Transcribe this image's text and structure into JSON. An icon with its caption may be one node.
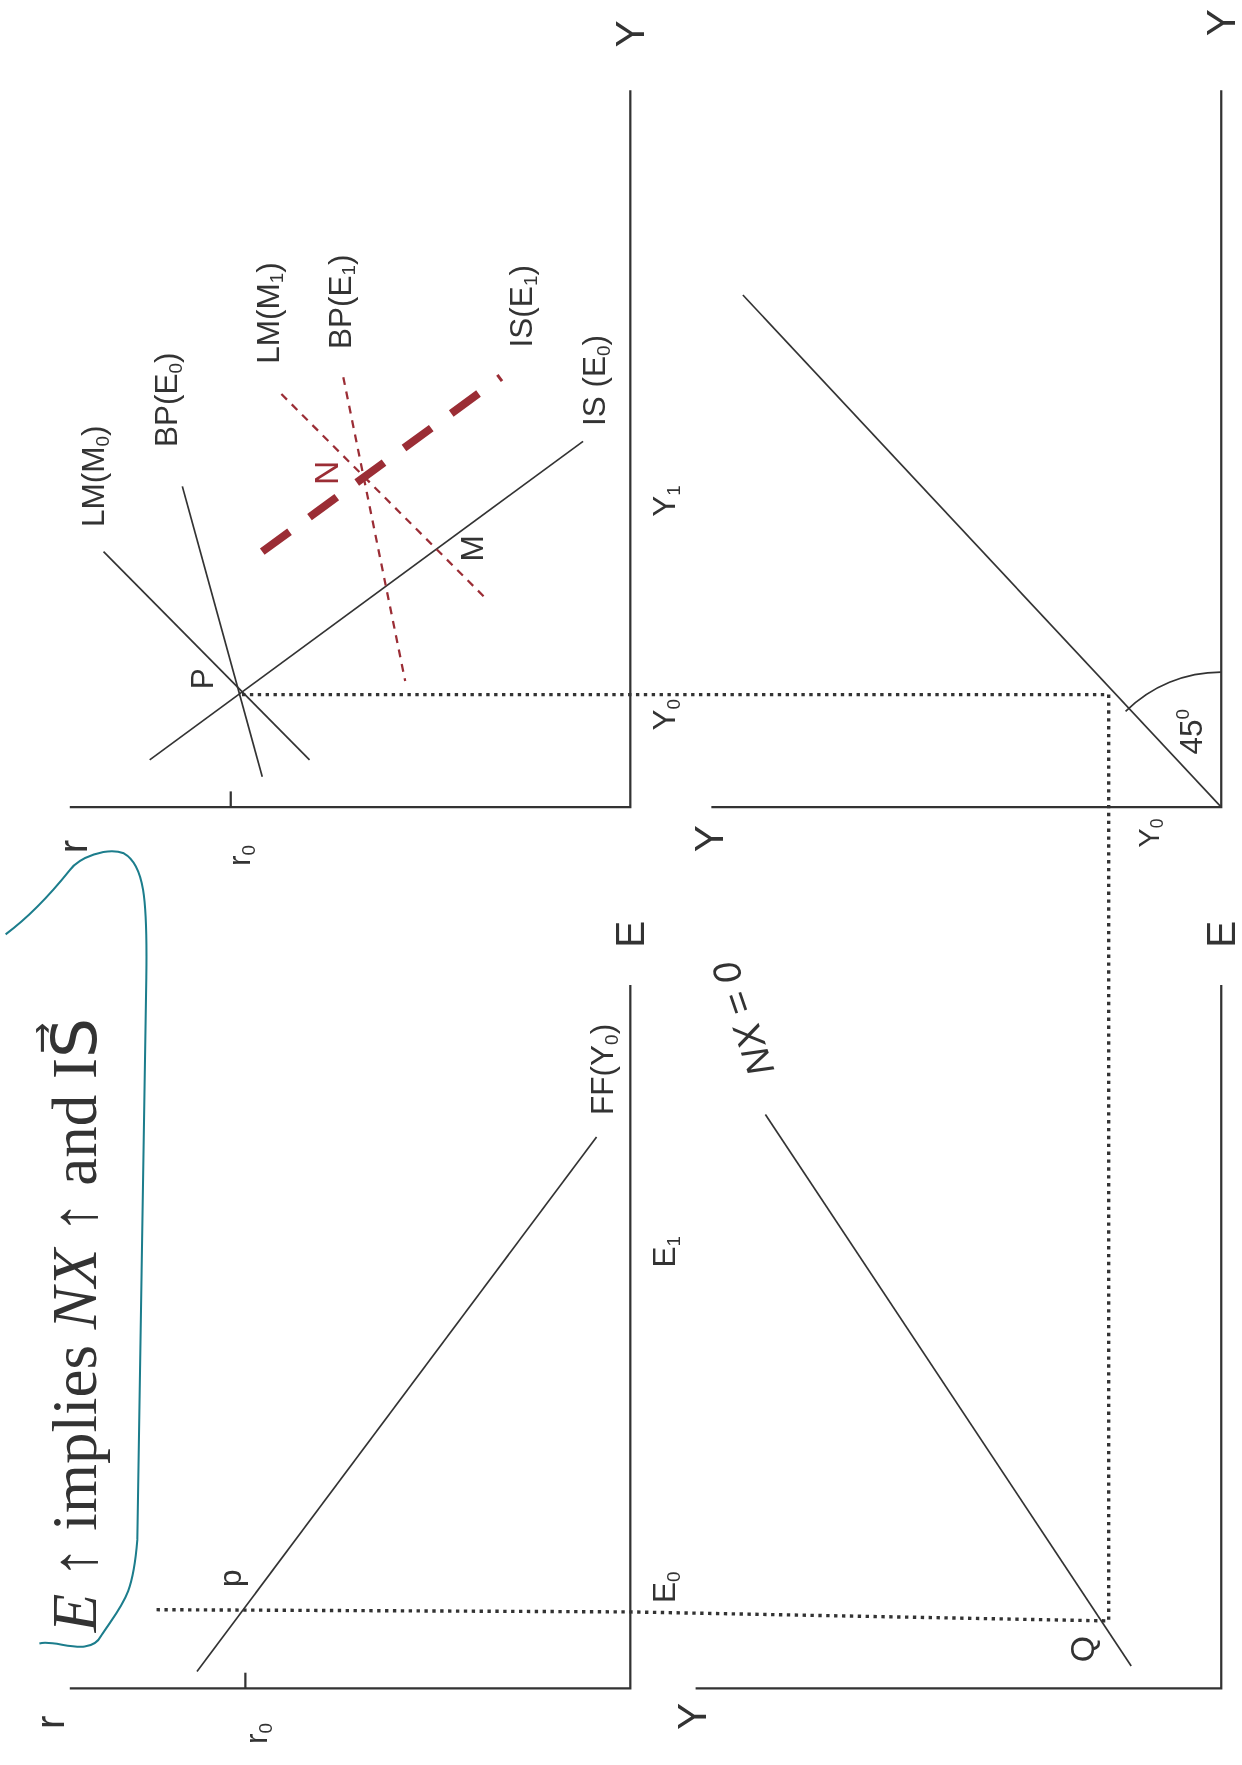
{
  "diagram": {
    "title": "*E* ↑ implies *NX* ↑ and IS⃗",
    "labels": [
      "r",
      "r$_{0}$",
      "p",
      "E$_{0}$",
      "E$_{1}$",
      "FF(Y$_{0}$)",
      "E",
      "r",
      "r$_{0}$",
      "P",
      "Y$_{0}$",
      "LM(M$_{0}$)",
      "BP(E$_{0}$)",
      "N",
      "M",
      "Y$_{1}$",
      "LM(M$_{1}$)",
      "BP(E$_{1}$)",
      "IS(E$_{1}$)",
      "IS (E$_{0}$)",
      "Y",
      "Y",
      "Q",
      "NX = 0",
      "E",
      "Y",
      "Y$_{0}$",
      "45$^{0}$",
      "Y"
    ]
  }
}
